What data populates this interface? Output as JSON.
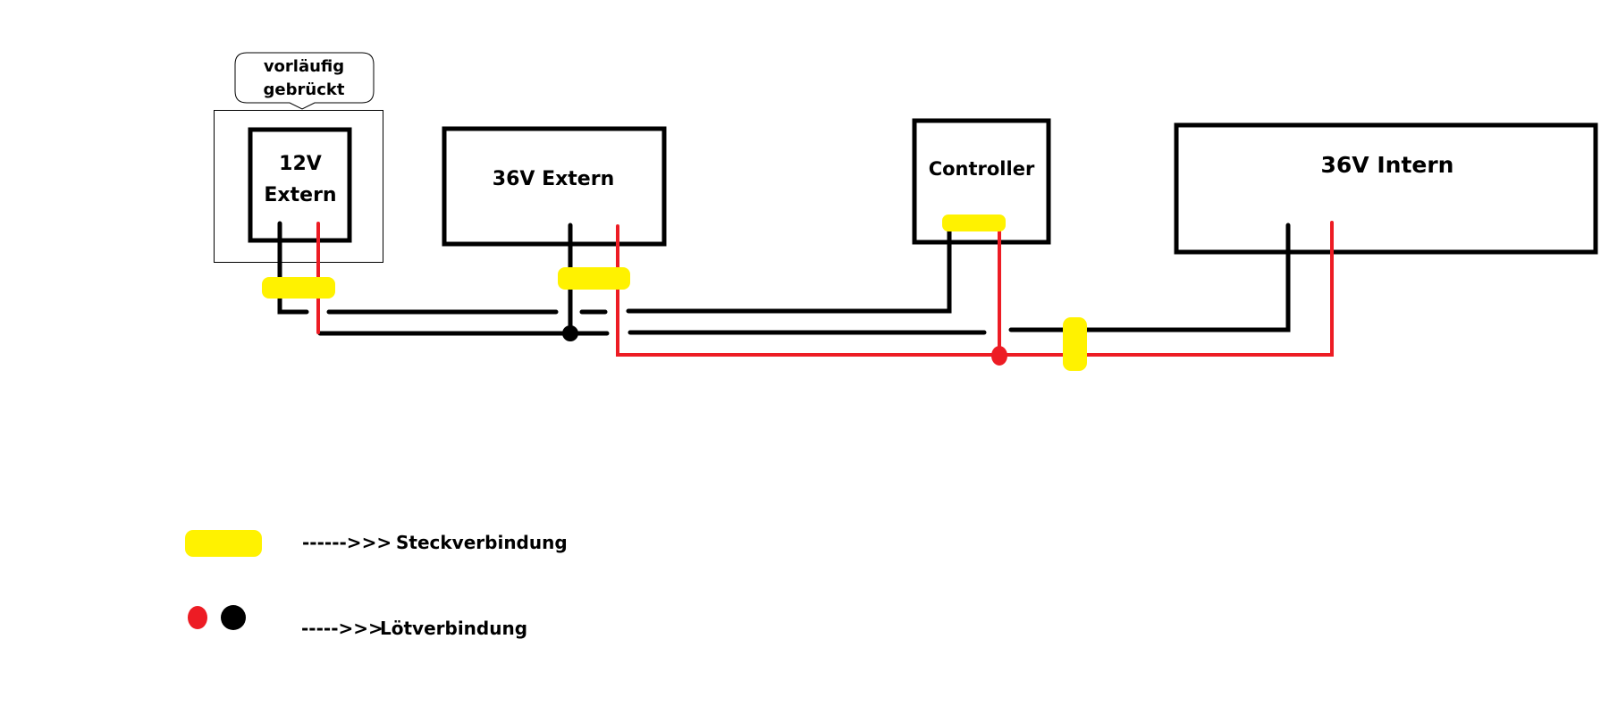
{
  "colors": {
    "wire_negative": "#000000",
    "wire_positive": "#ed1c24",
    "connector": "#fff200",
    "solder_red": "#ed1c24",
    "solder_black": "#000000"
  },
  "callout": {
    "line1": "vorläufig",
    "line2": "gebrückt"
  },
  "components": {
    "battery_12v": {
      "line1": "12V",
      "line2": "Extern"
    },
    "battery_36v_extern": {
      "label": "36V Extern"
    },
    "controller": {
      "label": "Controller"
    },
    "battery_36v_intern": {
      "label": "36V Intern"
    }
  },
  "legend": {
    "connector": {
      "arrow": "------>>>",
      "label": "Steckverbindung"
    },
    "solder": {
      "arrow": "----->>>",
      "label": "Lötverbindung"
    }
  }
}
